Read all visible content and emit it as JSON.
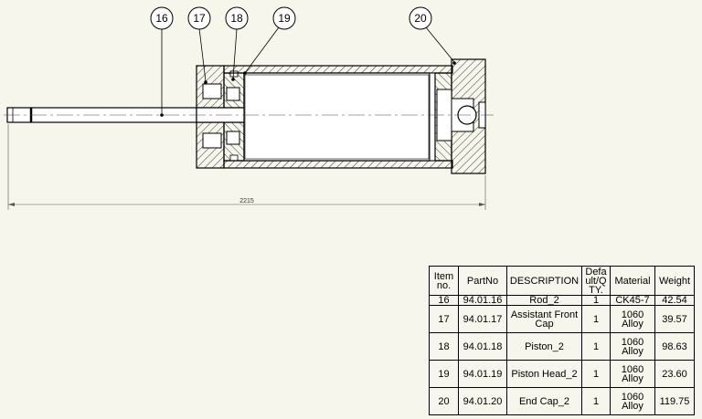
{
  "balloons": [
    {
      "label": "16"
    },
    {
      "label": "17"
    },
    {
      "label": "18"
    },
    {
      "label": "19"
    },
    {
      "label": "20"
    }
  ],
  "dimension": {
    "text": "2215"
  },
  "bom": {
    "headers": {
      "item": "Item no.",
      "partno": "PartNo",
      "description": "DESCRIPTION",
      "qty": "Defa ult/Q TY.",
      "material": "Material",
      "weight": "Weight"
    },
    "rows": [
      {
        "item": "16",
        "partno": "94.01.16",
        "description": "Rod_2",
        "qty": "1",
        "material": "CK45-7",
        "weight": "42.54"
      },
      {
        "item": "17",
        "partno": "94.01.17",
        "description": "Assistant Front Cap",
        "qty": "1",
        "material": "1060 Alloy",
        "weight": "39.57"
      },
      {
        "item": "18",
        "partno": "94.01.18",
        "description": "Piston_2",
        "qty": "1",
        "material": "1060 Alloy",
        "weight": "98.63"
      },
      {
        "item": "19",
        "partno": "94.01.19",
        "description": "Piston Head_2",
        "qty": "1",
        "material": "1060 Alloy",
        "weight": "23.60"
      },
      {
        "item": "20",
        "partno": "94.01.20",
        "description": "End Cap_2",
        "qty": "1",
        "material": "1060 Alloy",
        "weight": "119.75"
      }
    ]
  }
}
